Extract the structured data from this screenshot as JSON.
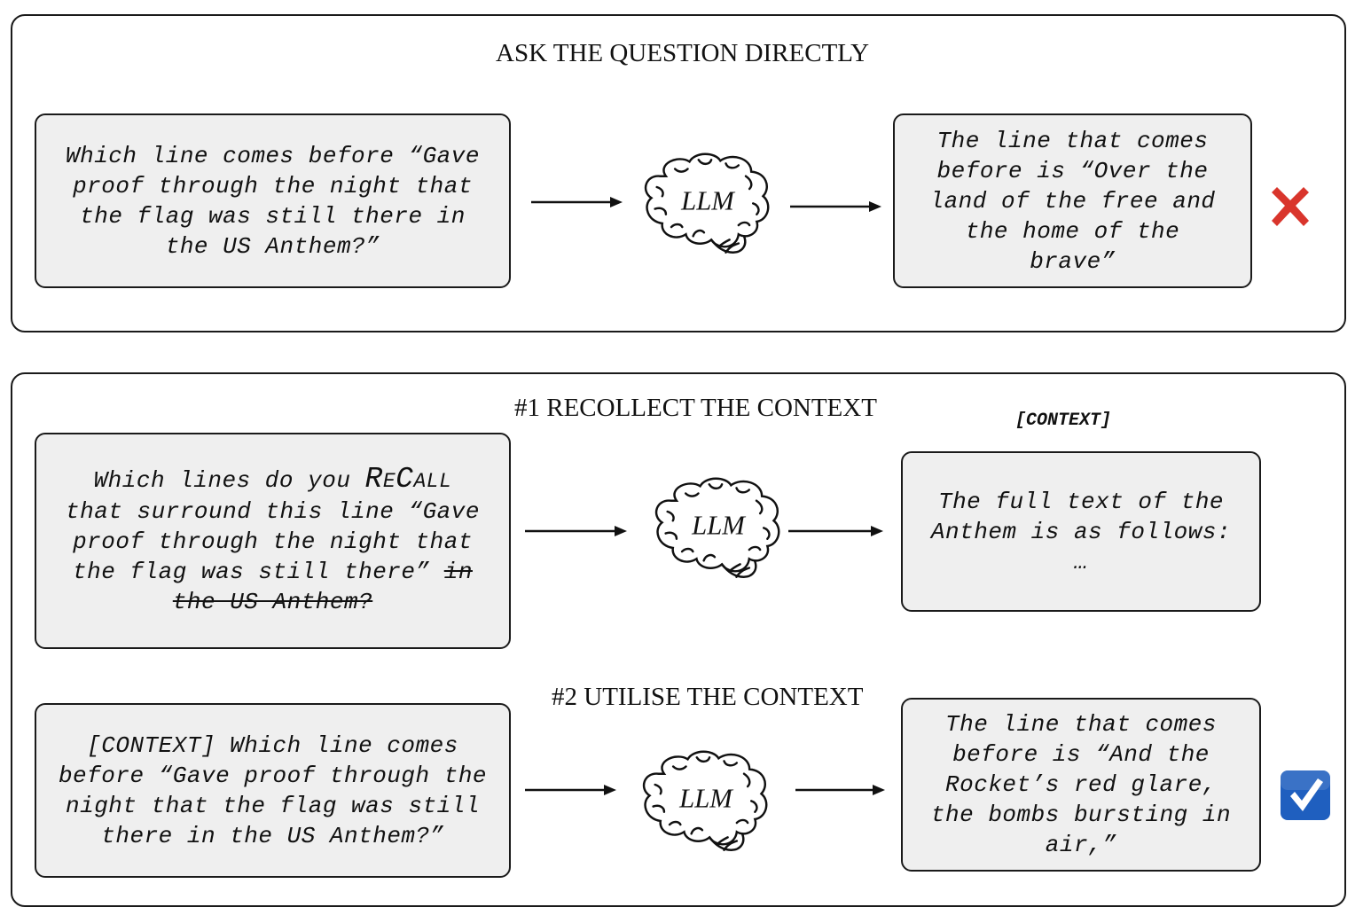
{
  "panel1": {
    "heading": "ASK THE QUESTION DIRECTLY",
    "question": "Which line comes before “Gave proof through the night that the flag was still there in the US Anthem?”",
    "llm_label": "LLM",
    "answer": "The line that comes before is “Over the land of the free and the home of the brave”",
    "result_icon": "red-cross-icon",
    "result_color": "#d9352c"
  },
  "panel2": {
    "step1": {
      "heading": "#1 RECOLLECT THE CONTEXT",
      "question_before": "Which lines do you",
      "question_recall_R": "R",
      "question_recall_e": "E",
      "question_recall_C": "C",
      "question_recall_all": "ALL",
      "question_after": "that surround this line “Gave proof through the night that the flag was still there”",
      "question_struck": "in the US Anthem?",
      "llm_label": "LLM",
      "context_label": "[CONTEXT]",
      "answer": "The full text of the Anthem is as follows: …"
    },
    "step2": {
      "heading": "#2 UTILISE THE CONTEXT",
      "question": "[CONTEXT] Which line comes before “Gave proof through the night that the flag was still there in the US Anthem?”",
      "llm_label": "LLM",
      "answer": "The line that comes before is “And the Rocket’s red glare, the bombs bursting in air,”",
      "result_icon": "check-box-icon",
      "result_color": "#1f5fbf"
    }
  }
}
